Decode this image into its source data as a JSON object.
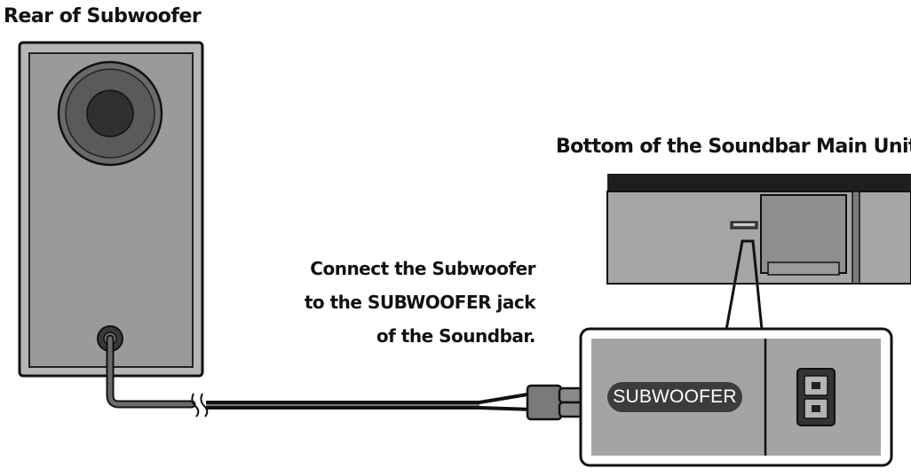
{
  "labels": {
    "subwoofer_title": "Rear of Subwoofer",
    "soundbar_title": "Bottom of the Soundbar Main Unit",
    "instruction_lines": [
      "Connect the Subwoofer",
      "to the SUBWOOFER jack",
      "of the Soundbar."
    ],
    "jack_label": "SUBWOOFER"
  },
  "colors": {
    "outline": "#111111",
    "cabinet_fill": "#9a9a9a",
    "panel_fill": "#a4a4a4",
    "cable": "#555555",
    "label_pill": "#3c3c3c"
  },
  "icons": {
    "subwoofer_driver": "speaker-driver-icon",
    "power_socket": "power-socket-icon"
  }
}
